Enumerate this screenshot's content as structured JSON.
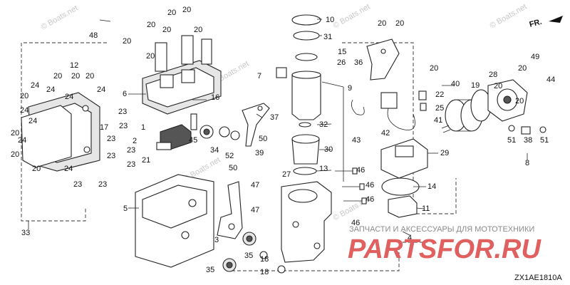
{
  "diagram": {
    "code": "ZX1AE1810A",
    "direction_label": "FR.",
    "watermark": "© Boats.net",
    "footer_text": "ЗАПЧАСТИ И АКСЕССУАРЫ ДЛЯ МОТОТЕХНИКИ",
    "brand_logo": "PARTSFOR.RU",
    "callouts": [
      {
        "id": "c48",
        "text": "48"
      },
      {
        "id": "c20a",
        "text": "20"
      },
      {
        "id": "c20b",
        "text": "20"
      },
      {
        "id": "c20c",
        "text": "20"
      },
      {
        "id": "c20d",
        "text": "20"
      },
      {
        "id": "c20e",
        "text": "20"
      },
      {
        "id": "c20f",
        "text": "20"
      },
      {
        "id": "c20g",
        "text": "20"
      },
      {
        "id": "c10",
        "text": "10"
      },
      {
        "id": "c31",
        "text": "31"
      },
      {
        "id": "c15",
        "text": "15"
      },
      {
        "id": "c26",
        "text": "26"
      },
      {
        "id": "c20h",
        "text": "20"
      },
      {
        "id": "c20i",
        "text": "20"
      },
      {
        "id": "c36",
        "text": "36"
      },
      {
        "id": "c20j",
        "text": "20"
      },
      {
        "id": "c49",
        "text": "49"
      },
      {
        "id": "c20k",
        "text": "20"
      },
      {
        "id": "c44",
        "text": "44"
      },
      {
        "id": "c12",
        "text": "12"
      },
      {
        "id": "c20l",
        "text": "20"
      },
      {
        "id": "c20m",
        "text": "20"
      },
      {
        "id": "c20n",
        "text": "20"
      },
      {
        "id": "c24a",
        "text": "24"
      },
      {
        "id": "c24b",
        "text": "24"
      },
      {
        "id": "c24c",
        "text": "24"
      },
      {
        "id": "c24d",
        "text": "24"
      },
      {
        "id": "c6",
        "text": "6"
      },
      {
        "id": "c16",
        "text": "16"
      },
      {
        "id": "c7",
        "text": "7"
      },
      {
        "id": "c9",
        "text": "9"
      },
      {
        "id": "c22",
        "text": "22"
      },
      {
        "id": "c25",
        "text": "25"
      },
      {
        "id": "c40",
        "text": "40"
      },
      {
        "id": "c19",
        "text": "19"
      },
      {
        "id": "c28",
        "text": "28"
      },
      {
        "id": "c20o",
        "text": "20"
      },
      {
        "id": "c20p",
        "text": "20"
      },
      {
        "id": "c20q",
        "text": "20"
      },
      {
        "id": "c24e",
        "text": "24"
      },
      {
        "id": "c24f",
        "text": "24"
      },
      {
        "id": "c17",
        "text": "17"
      },
      {
        "id": "c23a",
        "text": "23"
      },
      {
        "id": "c23b",
        "text": "23"
      },
      {
        "id": "c1",
        "text": "1"
      },
      {
        "id": "c2",
        "text": "2"
      },
      {
        "id": "c45",
        "text": "45"
      },
      {
        "id": "c34",
        "text": "34"
      },
      {
        "id": "c52",
        "text": "52"
      },
      {
        "id": "c37",
        "text": "37"
      },
      {
        "id": "c32",
        "text": "32"
      },
      {
        "id": "c43",
        "text": "43"
      },
      {
        "id": "c42",
        "text": "42"
      },
      {
        "id": "c41",
        "text": "41"
      },
      {
        "id": "c51a",
        "text": "51"
      },
      {
        "id": "c38",
        "text": "38"
      },
      {
        "id": "c51b",
        "text": "51"
      },
      {
        "id": "c8",
        "text": "8"
      },
      {
        "id": "c20r",
        "text": "20"
      },
      {
        "id": "c24g",
        "text": "24"
      },
      {
        "id": "c23c",
        "text": "23"
      },
      {
        "id": "c23d",
        "text": "23"
      },
      {
        "id": "c23e",
        "text": "23"
      },
      {
        "id": "c23f",
        "text": "23"
      },
      {
        "id": "c21",
        "text": "21"
      },
      {
        "id": "c50a",
        "text": "50"
      },
      {
        "id": "c39",
        "text": "39"
      },
      {
        "id": "c50b",
        "text": "50"
      },
      {
        "id": "c30",
        "text": "30"
      },
      {
        "id": "c29",
        "text": "29"
      },
      {
        "id": "c20s",
        "text": "20"
      },
      {
        "id": "c20t",
        "text": "20"
      },
      {
        "id": "c24h",
        "text": "24"
      },
      {
        "id": "c23g",
        "text": "23"
      },
      {
        "id": "c23h",
        "text": "23"
      },
      {
        "id": "c27",
        "text": "27"
      },
      {
        "id": "c13",
        "text": "13"
      },
      {
        "id": "c46a",
        "text": "46"
      },
      {
        "id": "c46b",
        "text": "46"
      },
      {
        "id": "c46c",
        "text": "46"
      },
      {
        "id": "c14",
        "text": "14"
      },
      {
        "id": "c5",
        "text": "5"
      },
      {
        "id": "c47a",
        "text": "47"
      },
      {
        "id": "c47b",
        "text": "47"
      },
      {
        "id": "c11",
        "text": "11"
      },
      {
        "id": "c33",
        "text": "33"
      },
      {
        "id": "c3",
        "text": "3"
      },
      {
        "id": "c46d",
        "text": "46"
      },
      {
        "id": "c4",
        "text": "4"
      },
      {
        "id": "c35a",
        "text": "35"
      },
      {
        "id": "c18a",
        "text": "18"
      },
      {
        "id": "c35b",
        "text": "35"
      },
      {
        "id": "c18b",
        "text": "18"
      }
    ]
  }
}
